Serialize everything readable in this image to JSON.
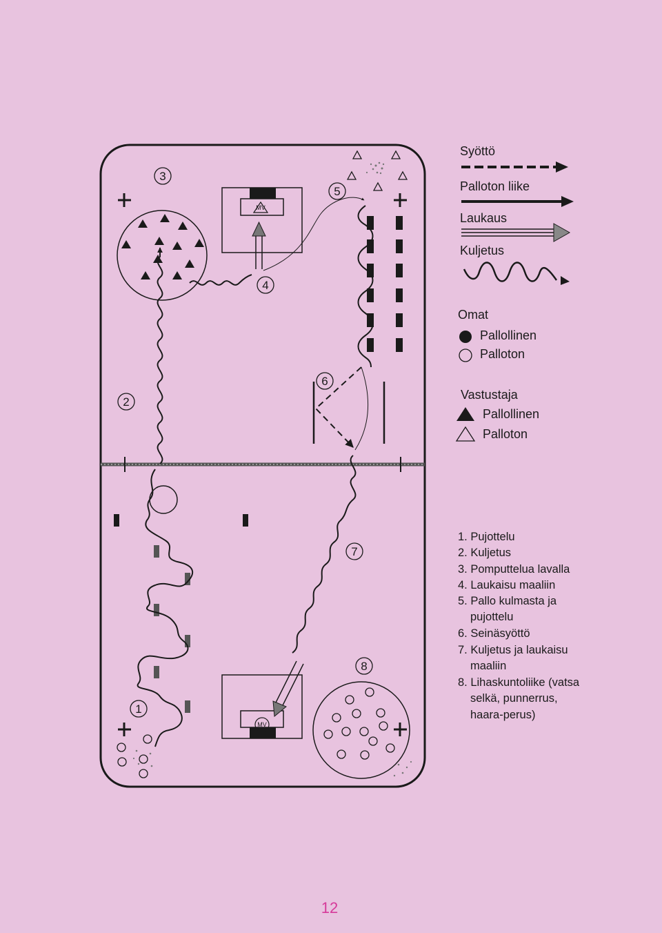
{
  "legend": {
    "items": [
      {
        "label": "Syöttö"
      },
      {
        "label": "Palloton liike"
      },
      {
        "label": "Laukaus"
      },
      {
        "label": "Kuljetus"
      }
    ],
    "omat": {
      "heading": "Omat",
      "with_ball": "Pallollinen",
      "without_ball": "Palloton"
    },
    "vastustaja": {
      "heading": "Vastustaja",
      "with_ball": "Pallollinen",
      "without_ball": "Palloton"
    }
  },
  "stations": [
    "1",
    "2",
    "3",
    "4",
    "5",
    "6",
    "7",
    "8"
  ],
  "goal_labels": {
    "top": "MV",
    "bottom": "MV"
  },
  "station_list": [
    "1. Pujottelu",
    "2. Kuljetus",
    "3. Pomputtelua lavalla",
    "4. Laukaisu maaliin",
    "5. Pallo kulmasta ja",
    "pujottelu",
    "6. Seinäsyöttö",
    "7. Kuljetus ja laukaisu",
    "maaliin",
    "8. Lihaskuntoliike (vatsa",
    "selkä, punnerrus,",
    "haara-perus)"
  ],
  "page_number": "12",
  "colors": {
    "background": "#e8c3df",
    "ink": "#1a1a1a",
    "page_number": "#d63a9a"
  }
}
